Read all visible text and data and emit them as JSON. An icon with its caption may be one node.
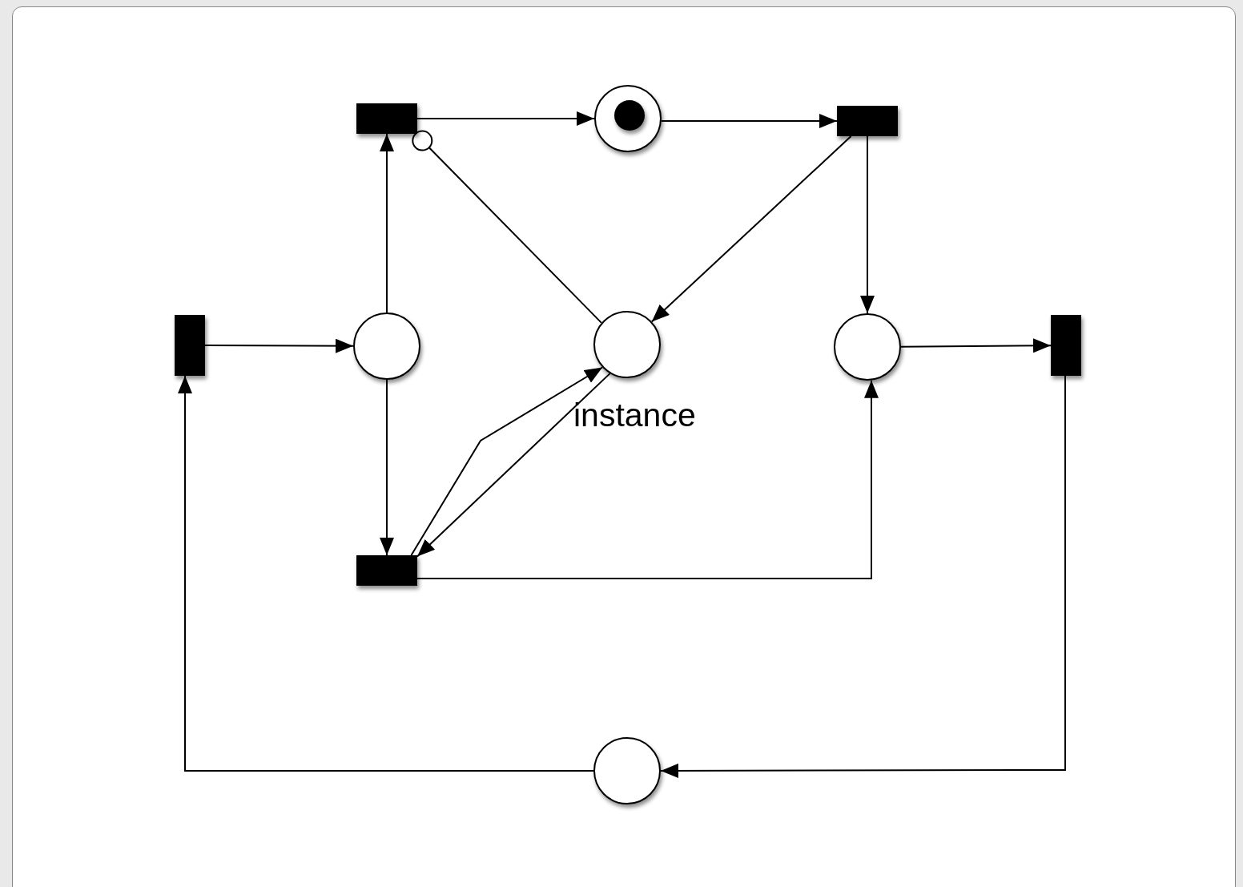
{
  "diagram": {
    "nodes": [
      {
        "text": [],
        "shape": "bar"
      },
      {
        "text": [],
        "shape": "circle"
      },
      {
        "text": [],
        "shape": "bar"
      },
      {
        "text": [],
        "shape": "circle"
      },
      {
        "text": [],
        "shape": "bar"
      },
      {
        "text": [],
        "shape": "circle"
      },
      {
        "text": [],
        "shape": "circle"
      },
      {
        "text": [],
        "shape": "bar"
      },
      {
        "text": [],
        "shape": "bar"
      },
      {
        "text": [],
        "shape": "circle"
      },
      {
        "text": [],
        "shape": "dot",
        "in": 3
      }
    ],
    "edges": [
      {
        "from": 0,
        "to": 1,
        "arrow": "to"
      },
      {
        "from": 1,
        "to": 2,
        "arrow": "to"
      },
      {
        "from": 1,
        "to": 8,
        "arrow": "to"
      },
      {
        "from": 2,
        "to": 3,
        "arrow": "to"
      },
      {
        "from": 3,
        "to": 4,
        "arrow": "to"
      },
      {
        "from": 4,
        "to": 5,
        "arrow": "to"
      },
      {
        "from": 4,
        "to": 6,
        "arrow": "to"
      },
      {
        "from": 5,
        "to": 2,
        "arrow": "other"
      },
      {
        "from": 8,
        "to": 5,
        "arrow": "to"
      },
      {
        "from": 5,
        "to": 8,
        "arrow": "to"
      },
      {
        "from": 8,
        "to": 6,
        "arrow": "to"
      },
      {
        "from": 6,
        "to": 7,
        "arrow": "to"
      },
      {
        "from": 7,
        "to": 9,
        "arrow": "to"
      },
      {
        "from": 9,
        "to": 0,
        "arrow": "to"
      }
    ],
    "labels": [
      "instance"
    ]
  }
}
